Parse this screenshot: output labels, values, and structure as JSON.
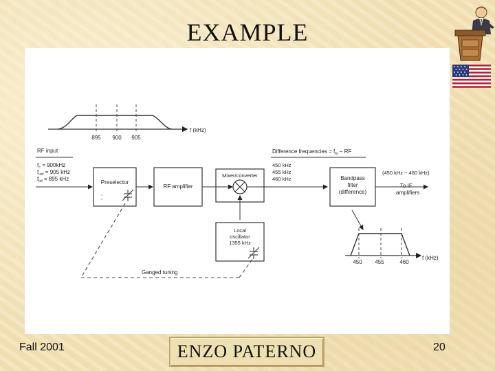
{
  "slide": {
    "title": "EXAMPLE",
    "footer_left": "Fall 2001",
    "footer_center": "ENZO PATERNO",
    "footer_right": "20"
  },
  "diagram": {
    "rf_axis": {
      "ticks": [
        "895",
        "900",
        "905"
      ],
      "axis_label": "f (kHz)"
    },
    "rf_input": {
      "label": "RF input",
      "fc": "900kHz",
      "fusb": "905 kHz",
      "flsb": "895 kHz",
      "fc_prefix": "f",
      "fc_sub": "c",
      "fusb_sub": "usf",
      "flsb_sub": "lsf"
    },
    "blocks": {
      "preselector": "Preselector",
      "rf_amplifier": "RF amplifier",
      "mixer": "Mixer/converter",
      "bandpass_line1": "Bandpass",
      "bandpass_line2": "filter",
      "bandpass_line3": "(difference)",
      "local_osc_line1": "Local",
      "local_osc_line2": "oscillator",
      "local_osc_line3": "1355 kHz"
    },
    "difference_label": "Difference frequencies = f",
    "difference_sub": "lo",
    "difference_suffix": " − RF",
    "mixer_outputs": [
      "450 kHz",
      "455 kHz",
      "460 kHz"
    ],
    "filter_range": "(450 kHz − 460 kHz)",
    "to_if_line1": "To IF",
    "to_if_line2": "amplifiers",
    "ganged_tuning": "Ganged tuning",
    "if_axis": {
      "ticks": [
        "450",
        "455",
        "460"
      ],
      "axis_label": "f (kHz)"
    }
  },
  "icons": [
    "podium-speaker-icon",
    "us-flag-icon"
  ]
}
